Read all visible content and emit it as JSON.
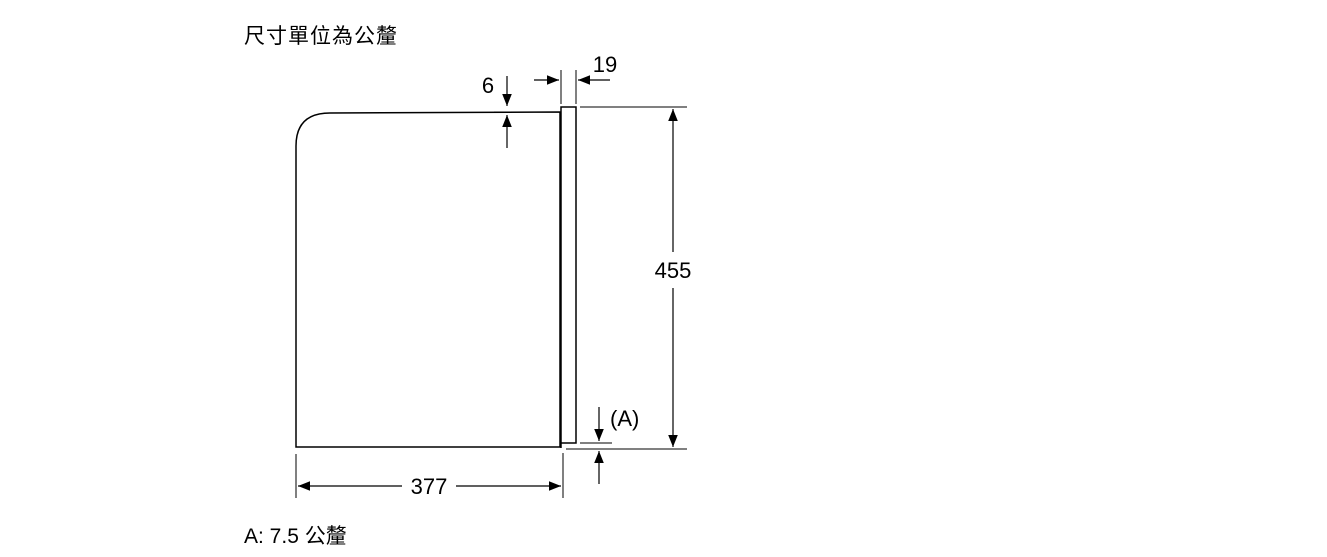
{
  "title": "尺寸單位為公釐",
  "dimensions": {
    "flange_thickness": "19",
    "top_offset": "6",
    "height": "455",
    "depth": "377",
    "detail_label_open": "(",
    "detail_label_letter": "A",
    "detail_label_close": ")"
  },
  "footnote": "A: 7.5 公釐"
}
